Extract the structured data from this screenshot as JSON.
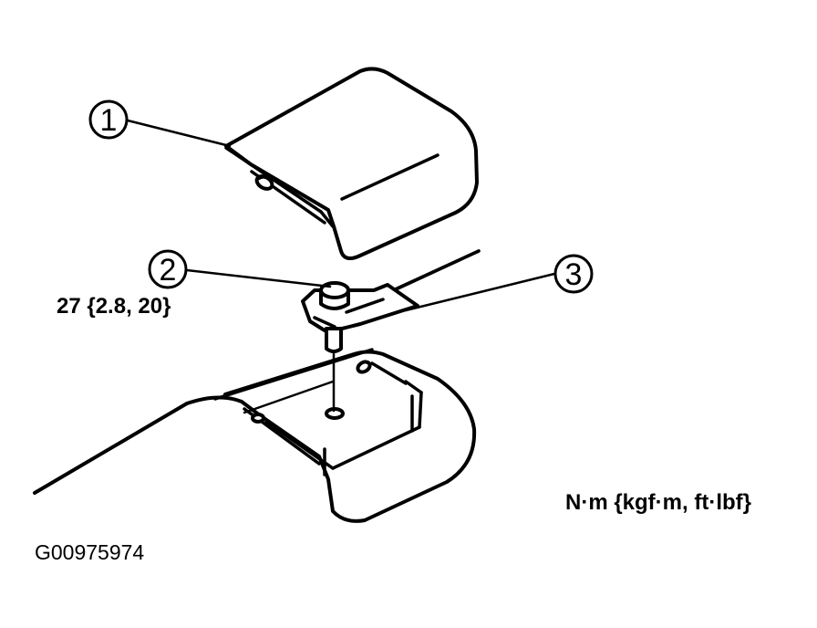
{
  "callouts": [
    {
      "id": "1",
      "label": "1"
    },
    {
      "id": "2",
      "label": "2"
    },
    {
      "id": "3",
      "label": "3"
    }
  ],
  "torque_spec": "27 {2.8, 20}",
  "units_note": "N·m {kgf·m, ft·lbf}",
  "figure_code": "G00975974",
  "colors": {
    "line": "#000000",
    "background": "#ffffff"
  }
}
